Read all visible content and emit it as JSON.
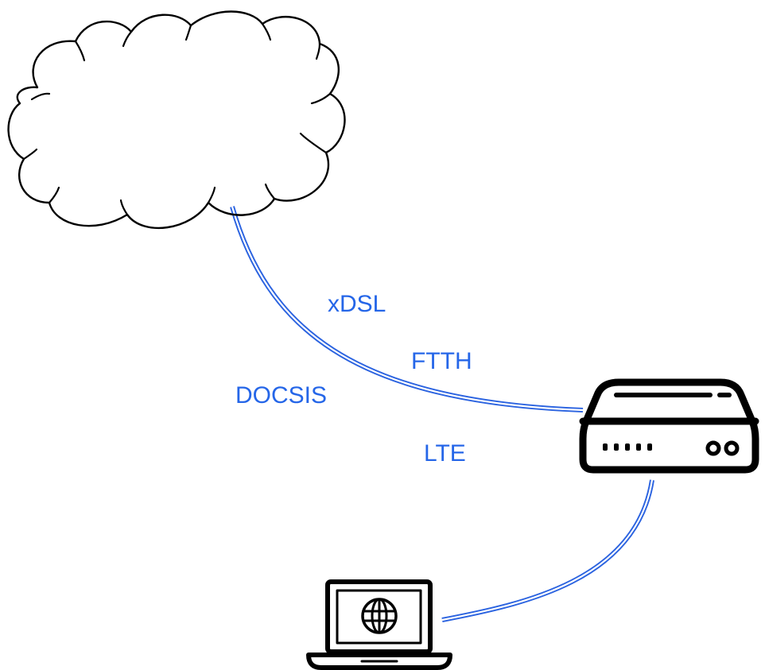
{
  "diagram": {
    "nodes": {
      "cloud": {
        "icon": "cloud-icon"
      },
      "router": {
        "icon": "router-icon"
      },
      "laptop": {
        "icon": "laptop-globe-icon"
      }
    },
    "links": [
      {
        "from": "cloud",
        "to": "router",
        "style": "double-line"
      },
      {
        "from": "router",
        "to": "laptop",
        "style": "double-line"
      }
    ],
    "access_technologies": {
      "xdsl": "xDSL",
      "ftth": "FTTH",
      "docsis": "DOCSIS",
      "lte": "LTE"
    },
    "colors": {
      "label": "#2566e8",
      "link": "#2b63e0",
      "icon_stroke": "#000000",
      "background": "#ffffff"
    }
  }
}
